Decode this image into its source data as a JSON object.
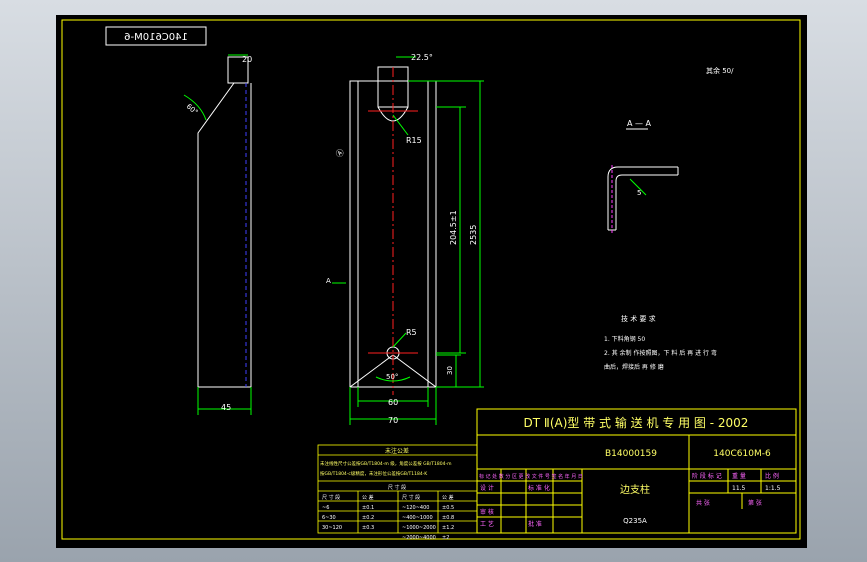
{
  "colors": {
    "border": "#ffff00",
    "outline": "#ffffff",
    "dim": "#00ff00",
    "center": "#ff2020",
    "hidden": "#4040ff",
    "magenta": "#ff40ff"
  },
  "stamp": "140C610M-6",
  "left_view": {
    "dim_top": "20",
    "dim_bottom": "45",
    "angle": "60°"
  },
  "front_view": {
    "top_angle": "22.5°",
    "dim_r15": "R15",
    "dim_r5": "R5",
    "dim_inner": "204.5±1",
    "dim_total": "2535",
    "dim_bottom_height": "30",
    "angle_bottom": "50°",
    "dim_60": "60",
    "dim_70": "70",
    "section_mark": "A",
    "callout": "Ⓐ"
  },
  "section": {
    "title": "A — A",
    "label": "5",
    "roughness": "其余 50/"
  },
  "tech_notes": {
    "title": "技 术 要 求",
    "line1": "1. 下料角钢 50",
    "line2": "2. 其 余制 作按照图，下 料 后 再 进 行 弯",
    "line3": "   曲后，焊接后 再 修 磨"
  },
  "title_block": {
    "header": "DT Ⅱ(A)型   带 式 输 送 机 专 用 图 - 2002",
    "code_left": "B14000159",
    "code_right": "140C610M-6",
    "part_name": "边支柱",
    "material": "Q235A",
    "grid_top": "标 记  处 数  分 区  更 改 文 件 号  签 名  年 月 日",
    "row_design": "设 计",
    "row_std": "标 准 化",
    "row_check": "审 核",
    "row_process": "工 艺",
    "row_approve": "批 准",
    "stage_label": "阶 段 标 记",
    "weight_label": "重 量",
    "scale_label": "比 例",
    "weight_value": "11.5",
    "scale_value": "1:1.5",
    "sheet_total": "共   张",
    "sheet_no": "第   张"
  },
  "tolerance_table": {
    "title": "未注公差",
    "line1": "未注线性尺寸公差按GB/T1804-m 级，角度公差按 GB/T1804-m",
    "line2": "按GB/T1804-c级精度，未注形位公差按GB/T1184-K",
    "subtitle": "尺 寸 段",
    "col_head1": "尺 寸 段",
    "col_head2": "公 差",
    "col_head3": "尺 寸 段",
    "col_head4": "公 差",
    "rows": [
      [
        "~6",
        "±0.1",
        "~120~400",
        "±0.5"
      ],
      [
        "6~30",
        "±0.2",
        "~400~1000",
        "±0.8"
      ],
      [
        "30~120",
        "±0.3",
        "~1000~2000",
        "±1.2"
      ],
      [
        "",
        "",
        "~2000~4000",
        "±2"
      ]
    ]
  }
}
